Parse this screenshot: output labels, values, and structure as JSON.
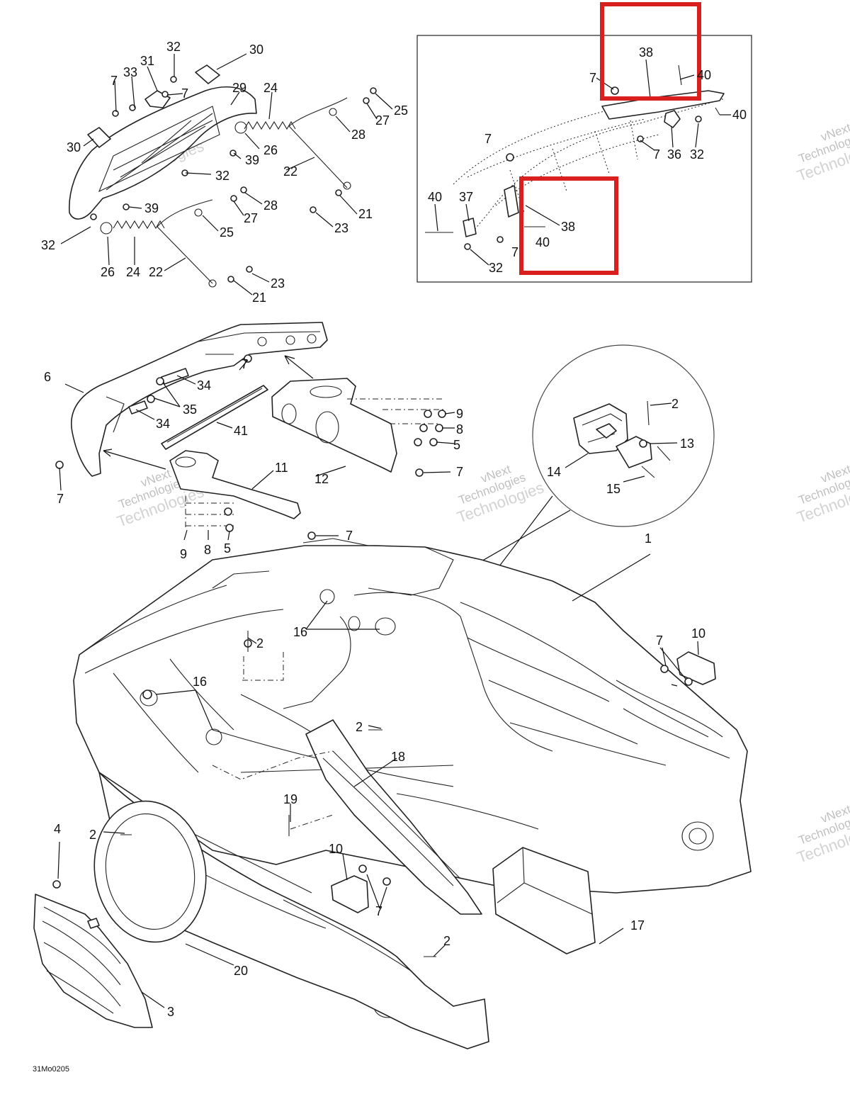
{
  "diagram_code": "31Mo0205",
  "watermark": {
    "line1": "vNext",
    "line2": "Technologies",
    "line3": "Technologies"
  },
  "highlight_color": "#d9201f",
  "callouts": {
    "c1": "1",
    "c2": "2",
    "c3": "3",
    "c4": "4",
    "c5": "5",
    "c6": "6",
    "c7": "7",
    "c8": "8",
    "c9": "9",
    "c10": "10",
    "c11": "11",
    "c12": "12",
    "c13": "13",
    "c14": "14",
    "c15": "15",
    "c16": "16",
    "c17": "17",
    "c18": "18",
    "c19": "19",
    "c20": "20",
    "c21": "21",
    "c22": "22",
    "c23": "23",
    "c24": "24",
    "c25": "25",
    "c26": "26",
    "c27": "27",
    "c28": "28",
    "c29": "29",
    "c30": "30",
    "c31": "31",
    "c32": "32",
    "c33": "33",
    "c34": "34",
    "c35": "35",
    "c36": "36",
    "c37": "37",
    "c38": "38",
    "c39": "39",
    "c40": "40",
    "c41": "41"
  }
}
